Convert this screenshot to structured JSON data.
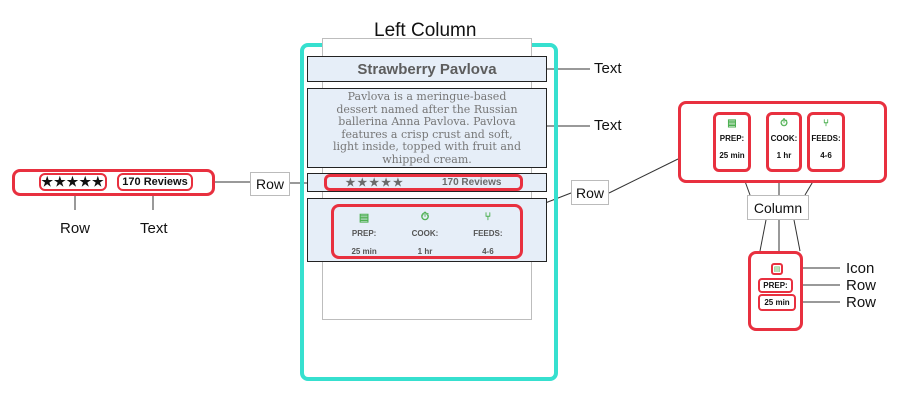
{
  "top_title": "Left Column",
  "left_row": {
    "stars": "★★★★★",
    "reviews": "170 Reviews",
    "label_row": "Row",
    "label_text": "Text"
  },
  "row_connector_label": "Row",
  "card": {
    "title": "Strawberry Pavlova",
    "description": "Pavlova is a meringue-based dessert named after the Russian ballerina Anna Pavlova. Pavlova features a crisp crust and soft, light inside, topped with fruit and whipped cream.",
    "stars": "★★★★★",
    "reviews": "170 Reviews",
    "info": [
      {
        "icon": "recipe-card-icon",
        "glyph": "▤",
        "label": "PREP:",
        "value": "25 min"
      },
      {
        "icon": "timer-icon",
        "glyph": "⏱",
        "label": "COOK:",
        "value": "1 hr"
      },
      {
        "icon": "fork-knife-icon",
        "glyph": "⑂",
        "label": "FEEDS:",
        "value": "4-6"
      }
    ]
  },
  "annotations": {
    "text1": "Text",
    "text2": "Text",
    "row_mid": "Row",
    "column": "Column",
    "icon": "Icon",
    "row_a": "Row",
    "row_b": "Row"
  },
  "colors": {
    "highlight": "#e8303f",
    "column_outline": "#36e0cf",
    "card_fill": "#e6eef8",
    "icon_green": "#4caf50"
  }
}
